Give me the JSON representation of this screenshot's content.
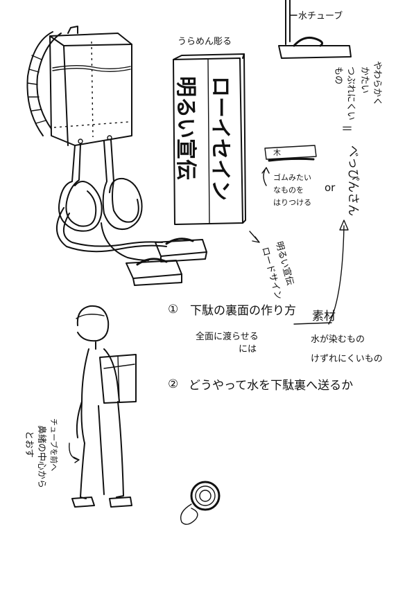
{
  "labels": {
    "water_tube": "水チューブ",
    "soft_cloth": [
      "やわらかく",
      "かたい",
      "つぶれにくい",
      "もの"
    ],
    "equals": "＝",
    "beppin": "べっぴんさん",
    "urameniri": "うらめん彫る",
    "sign_left": "明るい宣伝",
    "sign_right": "ローイセイン",
    "wood_label": "木",
    "rubber_note": [
      "ゴムみたい",
      "なものを",
      "はりつける"
    ],
    "or": "or",
    "road_sign": [
      "明るい宣伝",
      "ロードサイン"
    ],
    "item1_num": "①",
    "item1_text": "下駄の裏面の作り方",
    "item1_material": "素材",
    "item1_sub": [
      "全面に渡らせる",
      "には"
    ],
    "item1_water": [
      "水が染むもの",
      "けずれにくいもの"
    ],
    "item2_num": "②",
    "item2_text": "どうやって水を下駄裏へ送るか",
    "tube_note": [
      "チューブを前へ",
      "鼻緒の中心から",
      "とおす"
    ]
  }
}
